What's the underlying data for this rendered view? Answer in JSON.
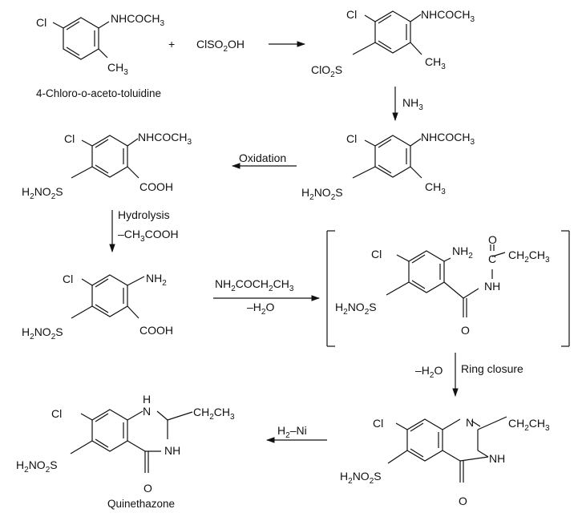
{
  "reagents": {
    "plus": "+",
    "chlorosulfonic": [
      "ClSO",
      "2",
      "OH"
    ]
  },
  "compounds": {
    "c1": {
      "caption": "4-Chloro-o-aceto-toluidine",
      "cl": "Cl",
      "top": "NHCOCH",
      "top_sub": "3",
      "bottom": "CH",
      "bottom_sub": "3"
    },
    "c2": {
      "cl": "Cl",
      "top": "NHCOCH",
      "top_sub": "3",
      "left": [
        "ClO",
        "2",
        "S"
      ],
      "bottom": "CH",
      "bottom_sub": "3"
    },
    "c3": {
      "cl": "Cl",
      "top": "NHCOCH",
      "top_sub": "3",
      "left": [
        "H",
        "2",
        "NO",
        "2",
        "S"
      ],
      "bottom": "CH",
      "bottom_sub": "3"
    },
    "c4": {
      "cl": "Cl",
      "top": "NHCOCH",
      "top_sub": "3",
      "left": [
        "H",
        "2",
        "NO",
        "2",
        "S"
      ],
      "bottom": "COOH"
    },
    "c5": {
      "cl": "Cl",
      "top": "NH",
      "top_sub": "2",
      "left": [
        "H",
        "2",
        "NO",
        "2",
        "S"
      ],
      "bottom": "COOH"
    },
    "c6": {
      "cl": "Cl",
      "nh2": "NH",
      "nh2_sub": "2",
      "left": [
        "H",
        "2",
        "NO",
        "2",
        "S"
      ],
      "o_top": "O",
      "c": "C",
      "ethyl": [
        "CH",
        "2",
        "CH",
        "3"
      ],
      "nh": "NH",
      "o_bottom": "O"
    },
    "c7": {
      "cl": "Cl",
      "n": "N",
      "ethyl": [
        "CH",
        "2",
        "CH",
        "3"
      ],
      "nh": "NH",
      "left": [
        "H",
        "2",
        "NO",
        "2",
        "S"
      ],
      "o": "O"
    },
    "c8": {
      "caption": "Quinethazone",
      "cl": "Cl",
      "h": "H",
      "n": "N",
      "ethyl": [
        "CH",
        "2",
        "CH",
        "3"
      ],
      "nh": "NH",
      "left": [
        "H",
        "2",
        "NO",
        "2",
        "S"
      ],
      "o": "O"
    }
  },
  "steps": {
    "ammonia": [
      "NH",
      "3"
    ],
    "oxidation": "Oxidation",
    "hydrolysis": "Hydrolysis",
    "minus_acetic": [
      "–CH",
      "3",
      "COOH"
    ],
    "propionamide": [
      "NH",
      "2",
      "COCH",
      "2",
      "CH",
      "3"
    ],
    "minus_water": [
      "–H",
      "2",
      "O"
    ],
    "minus_water_2": [
      "–H",
      "2",
      "O"
    ],
    "ring_closure": "Ring closure",
    "hydrogenation": [
      "H",
      "2",
      "–Ni"
    ]
  }
}
